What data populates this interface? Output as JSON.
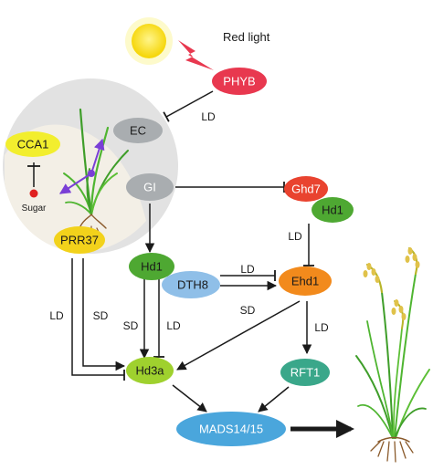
{
  "light_source": {
    "label": "Red light",
    "label_color": "#e8433a"
  },
  "nodes": {
    "phyb": {
      "label": "PHYB",
      "color": "#e8384f"
    },
    "ec": {
      "label": "EC",
      "color": "#a9adb0"
    },
    "gi": {
      "label": "GI",
      "color": "#a9adb0"
    },
    "cca1": {
      "label": "CCA1",
      "color": "#f2ee2e"
    },
    "sugar": {
      "label": "Sugar",
      "color": "#e02020"
    },
    "prr37": {
      "label": "PRR37",
      "color": "#f2d21b"
    },
    "ghd7": {
      "label": "Ghd7",
      "color": "#e9432f"
    },
    "hd1_top": {
      "label": "Hd1",
      "color": "#4ea832"
    },
    "ehd1": {
      "label": "Ehd1",
      "color": "#f28a1c"
    },
    "hd1_mid": {
      "label": "Hd1",
      "color": "#4ea832"
    },
    "dth8": {
      "label": "DTH8",
      "color": "#8fbfe8"
    },
    "hd3a": {
      "label": "Hd3a",
      "color": "#9fd12e"
    },
    "rft1": {
      "label": "RFT1",
      "color": "#3aa78a"
    },
    "mads": {
      "label": "MADS14/15",
      "color": "#4aa6dc"
    }
  },
  "edge_labels": {
    "phyb_ec": "LD",
    "ghd7_ehd1": "LD",
    "dth8_ehd1_ld": "LD",
    "dth8_ehd1_sd": "SD",
    "prr37_ld": "LD",
    "prr37_sd": "SD",
    "hd1_sd": "SD",
    "hd1_ld": "LD",
    "ehd1_rft1": "LD"
  },
  "colors": {
    "clock_circle_fill": "#e2e2e2",
    "clock_inner_fill": "#f3efe6",
    "edge": "#1a1a1a",
    "sun": "#f7e21a",
    "lightning": "#e8384f",
    "clock_arrow": "#7a3fd6"
  },
  "icons": {
    "sun": "sun-icon",
    "lightning": "lightning-icon",
    "seedling": "rice-seedling-icon",
    "mature_plant": "rice-plant-icon"
  }
}
